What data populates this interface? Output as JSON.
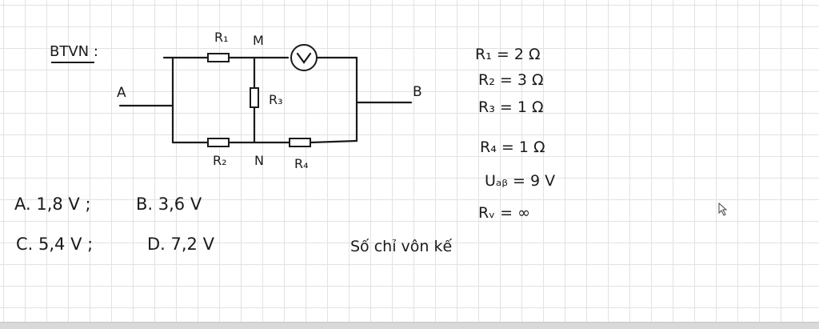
{
  "heading": "BTVN :",
  "nodes": {
    "a": "A",
    "b": "B",
    "m": "M",
    "n": "N"
  },
  "labels": {
    "r1": "R₁",
    "r2": "R₂",
    "r3": "R₃",
    "r4": "R₄",
    "voltmeter": "V"
  },
  "given": [
    "R₁ = 2 Ω",
    "R₂ = 3 Ω",
    "R₃ = 1 Ω",
    "R₄ = 1 Ω",
    "Uₐᵦ = 9 V",
    "Rᵥ = ∞"
  ],
  "options": {
    "a": "A. 1,8 V ;",
    "b": "B. 3,6 V",
    "c": "C. 5,4 V ;",
    "d": "D. 7,2 V"
  },
  "question": "Số chỉ vôn kế",
  "colors": {
    "ink": "#1a1a1a",
    "grid": "#e2e2e2",
    "paper": "#ffffff"
  },
  "icons": {
    "cursor": "mouse-pointer-icon"
  }
}
